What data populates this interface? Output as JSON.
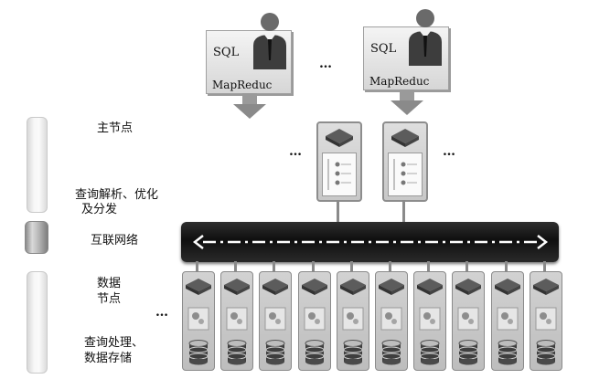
{
  "legend": {
    "master_label": "主节点",
    "master_desc_line1": "查询解析、优化",
    "master_desc_line2": "及分发",
    "network_label": "互联网络",
    "data_label_line1": "数据",
    "data_label_line2": "节点",
    "data_desc_line1": "查询处理、",
    "data_desc_line2": "数据存储"
  },
  "clients": [
    {
      "sql": "SQL",
      "mr": "MapReduc"
    },
    {
      "sql": "SQL",
      "mr": "MapReduc"
    }
  ],
  "ellipsis": "…",
  "data_node_count": 10
}
